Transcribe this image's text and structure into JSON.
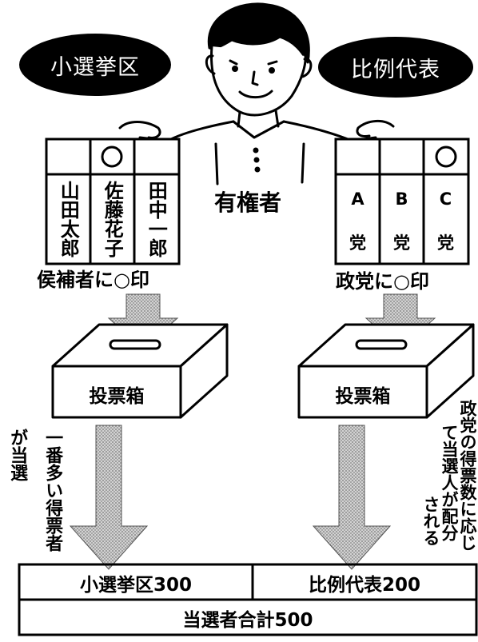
{
  "headers": {
    "left": "小選挙区",
    "right": "比例代表"
  },
  "voter_label": "有権者",
  "left_ballot": {
    "candidates": [
      "山田太郎",
      "佐藤花子",
      "田中一郎"
    ],
    "marked_index": 1,
    "instruction": "侯補者に○印"
  },
  "right_ballot": {
    "parties": [
      {
        "letter": "A",
        "suffix": "党"
      },
      {
        "letter": "B",
        "suffix": "党"
      },
      {
        "letter": "C",
        "suffix": "党"
      }
    ],
    "marked_index": 2,
    "instruction": "政党に○印"
  },
  "ballot_box_label": "投票箱",
  "left_result_note": {
    "line1": "一番多い得票者",
    "line2": "が当選"
  },
  "right_result_note": {
    "line1": "政党の得票数に応じ",
    "line2": "て当選人が配分",
    "line3": "される"
  },
  "summary_table": {
    "left": "小選挙区300",
    "right": "比例代表200",
    "total": "当選者合計500"
  }
}
